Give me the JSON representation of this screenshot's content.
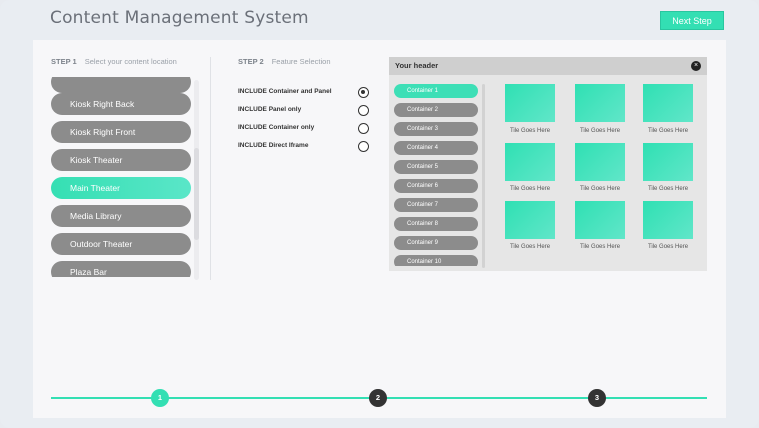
{
  "app": {
    "title": "Content Management System",
    "next_label": "Next Step"
  },
  "step1": {
    "num": "STEP 1",
    "desc": "Select your content location"
  },
  "step2": {
    "num": "STEP 2",
    "desc": "Feature Selection"
  },
  "locations": [
    "",
    "Kiosk Right Back",
    "Kiosk Right Front",
    "Kiosk Theater",
    "Main Theater",
    "Media Library",
    "Outdoor Theater",
    "Plaza Bar"
  ],
  "selected_location": "Main Theater",
  "features": [
    {
      "label": "INCLUDE Container and Panel",
      "selected": true
    },
    {
      "label": "INCLUDE Panel only",
      "selected": false
    },
    {
      "label": "INCLUDE Container only",
      "selected": false
    },
    {
      "label": "INCLUDE Direct Iframe",
      "selected": false
    }
  ],
  "preview": {
    "header": "Your header",
    "close": "×",
    "containers": [
      "Container 1",
      "Container 2",
      "Container 3",
      "Container 4",
      "Container 5",
      "Container 6",
      "Container 7",
      "Container 8",
      "Container 9",
      "Container 10"
    ],
    "tile_caption": "Tile Goes Here"
  },
  "progress": {
    "steps": [
      "1",
      "2",
      "3"
    ],
    "current": 1
  },
  "colors": {
    "accent": "#33dfb3",
    "pill": "#8c8c8c",
    "dark": "#333333"
  }
}
